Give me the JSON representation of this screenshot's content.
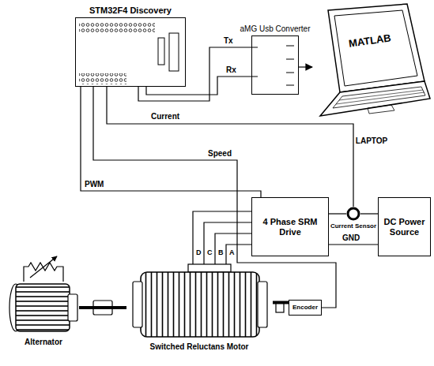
{
  "diagram": {
    "nodes": [
      {
        "text": [
          "STM32F4 Discovery"
        ]
      },
      {
        "text": [
          "aMG Usb Converter"
        ]
      },
      {
        "text": [
          "MATLAB",
          "LAPTOP"
        ]
      },
      {
        "text": [
          "4 Phase SRM Drive"
        ]
      },
      {
        "text": [
          "Current Sensor"
        ]
      },
      {
        "text": [
          "DC Power Source"
        ]
      },
      {
        "text": [
          "Alternator"
        ]
      },
      {
        "text": [
          "Switched Reluctans Motor"
        ]
      },
      {
        "text": [
          "Encoder"
        ]
      }
    ],
    "edges": [
      {
        "from": 0,
        "to": 1,
        "label": "Tx",
        "arrow": "none"
      },
      {
        "from": 0,
        "to": 1,
        "label": "Rx",
        "arrow": "none"
      },
      {
        "from": 1,
        "to": 2,
        "arrow": "to"
      },
      {
        "from": 0,
        "to": 4,
        "label": "Current",
        "arrow": "none"
      },
      {
        "from": 0,
        "to": 8,
        "label": "Speed",
        "arrow": "none"
      },
      {
        "from": 0,
        "to": 3,
        "label": "PWM",
        "arrow": "none"
      },
      {
        "from": 3,
        "to": 5,
        "label": "GND",
        "arrow": "none"
      },
      {
        "from": 3,
        "to": 4,
        "arrow": "none"
      },
      {
        "from": 4,
        "to": 5,
        "arrow": "none"
      },
      {
        "from": 3,
        "to": 7,
        "label": "D",
        "arrow": "none"
      },
      {
        "from": 3,
        "to": 7,
        "label": "C",
        "arrow": "none"
      },
      {
        "from": 3,
        "to": 7,
        "label": "B",
        "arrow": "none"
      },
      {
        "from": 3,
        "to": 7,
        "label": "A",
        "arrow": "none"
      },
      {
        "from": 6,
        "to": 7,
        "arrow": "none"
      },
      {
        "from": 7,
        "to": 8,
        "arrow": "none"
      }
    ]
  }
}
